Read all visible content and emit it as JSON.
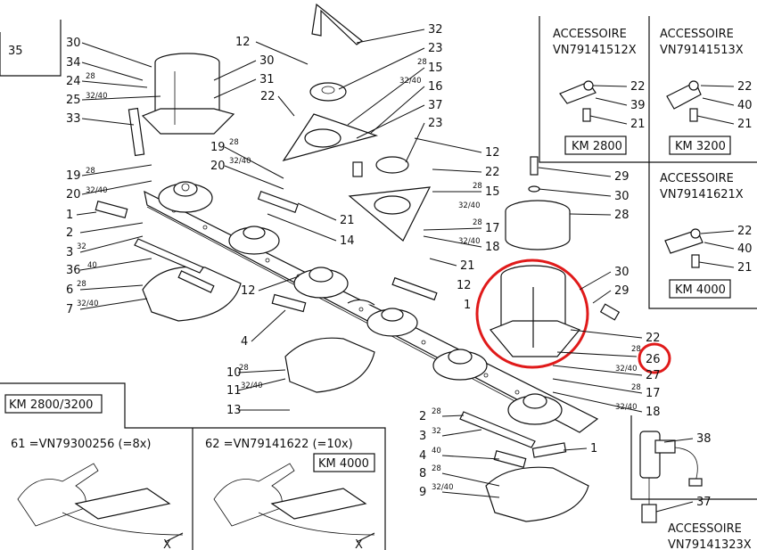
{
  "callouts": {
    "c35": "35",
    "c30a": "30",
    "c34": "34",
    "c24": "24",
    "c25": "25",
    "c33": "33",
    "c19a": "19",
    "c20a": "20",
    "c1a": "1",
    "c2a": "2",
    "c3a": "3",
    "c36": "36",
    "c6": "6",
    "c7": "7",
    "c12a": "12",
    "c30b": "30",
    "c31": "31",
    "c22a": "22",
    "c19b": "19",
    "c20b": "20",
    "c21a": "21",
    "c14": "14",
    "c12b": "12",
    "c4a": "4",
    "c10": "10",
    "c11": "11",
    "c13": "13",
    "c32": "32",
    "c23a": "23",
    "c15a": "15",
    "c16": "16",
    "c37a": "37",
    "c23b": "23",
    "c12c": "12",
    "c22b": "22",
    "c15b": "15",
    "c17a": "17",
    "c18a": "18",
    "c21b": "21",
    "c29a": "29",
    "c30c": "30",
    "c28": "28",
    "c12d": "12",
    "c1b": "1",
    "c30d": "30",
    "c29b": "29",
    "c22c": "22",
    "c26": "26",
    "c27": "27",
    "c17b": "17",
    "c18b": "18",
    "c2b": "2",
    "c3b": "3",
    "c1c": "1",
    "c4b": "4",
    "c8": "8",
    "c9": "9",
    "c22d": "22",
    "c39": "39",
    "c21c": "21",
    "c22e": "22",
    "c40a": "40",
    "c21d": "21",
    "c22f": "22",
    "c40b": "40",
    "c21e": "21",
    "c38": "38",
    "c37b": "37"
  },
  "size_labels": {
    "s28a": "28",
    "s3240a": "32/40",
    "s28b": "28",
    "s3240b": "32/40",
    "s32": "32",
    "s40a": "40",
    "s28c": "28",
    "s3240c": "32/40",
    "s28d": "28",
    "s3240d": "32/40",
    "s28e": "28",
    "s3240e": "32/40",
    "s28f": "28",
    "s3240f": "32/40",
    "s28g": "28",
    "s3240g": "32/40",
    "s28h": "28",
    "s3240h": "32/40",
    "s28i": "28",
    "s3240i": "32/40",
    "s28j": "28",
    "s3240j": "32/40",
    "s28k": "28",
    "s32b": "32",
    "s40b": "40",
    "s28l": "28",
    "s3240l": "32/40"
  },
  "accessories": [
    {
      "title": "ACCESSOIRE",
      "code": "VN79141512X",
      "model": "KM 2800"
    },
    {
      "title": "ACCESSOIRE",
      "code": "VN79141513X",
      "model": "KM 3200"
    },
    {
      "title": "ACCESSOIRE",
      "code": "VN79141621X",
      "model": "KM 4000"
    },
    {
      "title": "ACCESSOIRE",
      "code": "VN79141323X"
    }
  ],
  "bottom_left": {
    "header": "KM 2800/3200",
    "item61": "61  =VN79300256  (=8x)",
    "item62": "62  =VN79141622  (=10x)",
    "model62": "KM 4000",
    "x1": "X",
    "x2": "X"
  },
  "highlight_color": "#e01a1a"
}
